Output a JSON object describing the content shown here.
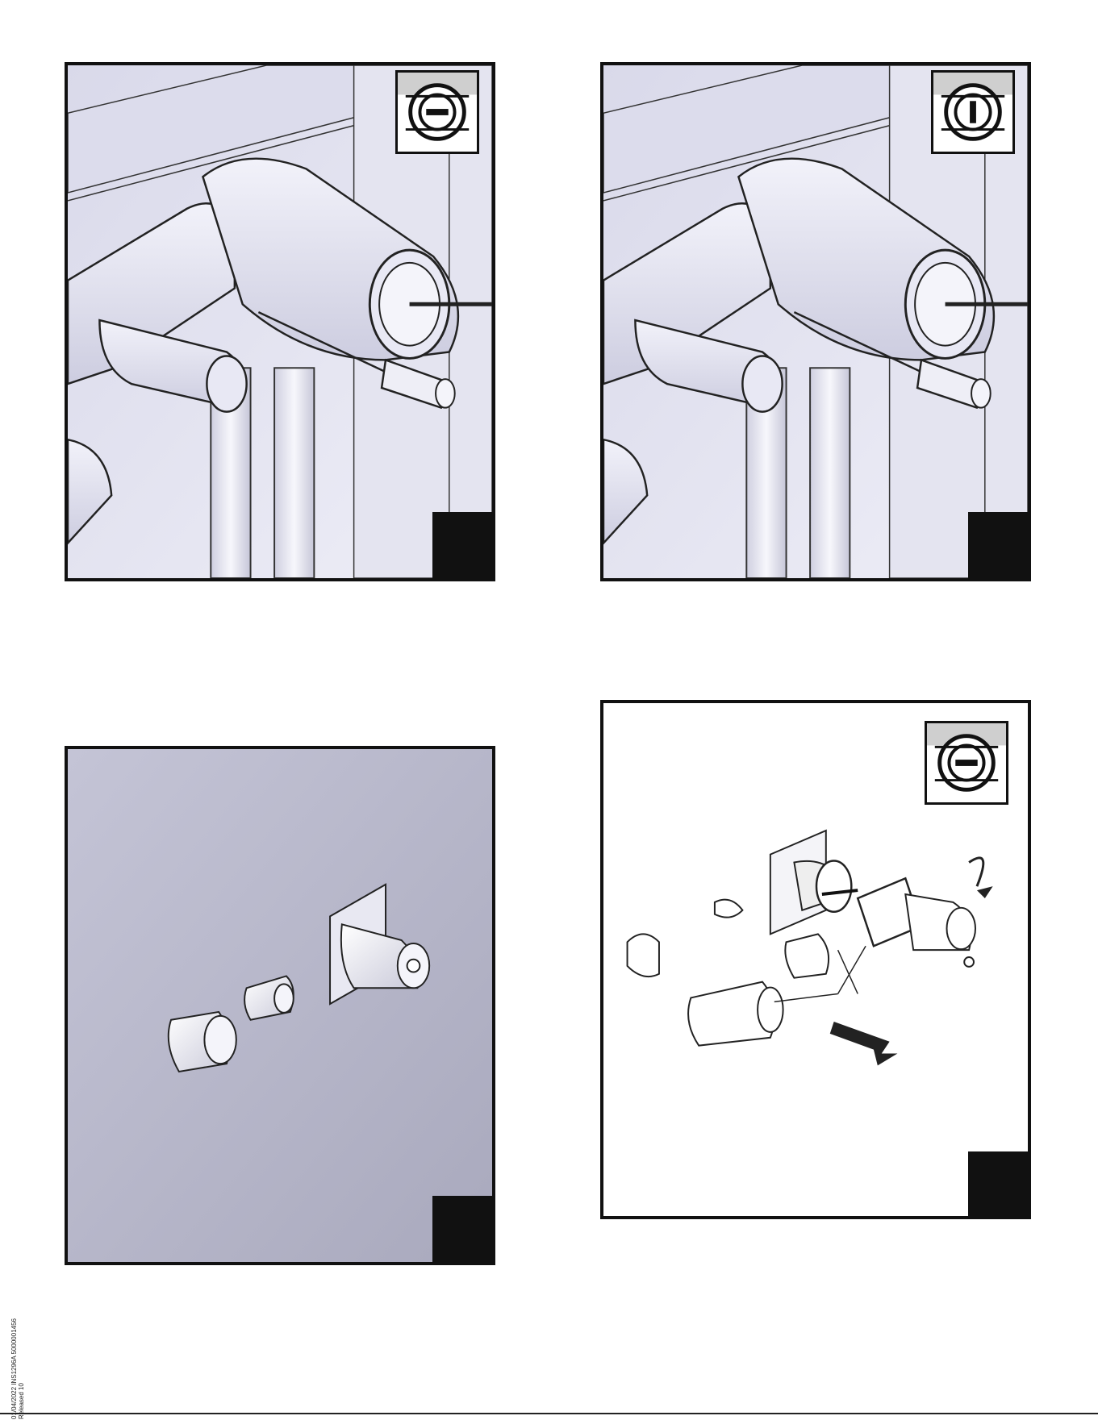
{
  "figures": [
    {
      "id": "fig-1",
      "inset_icon": "cartridge-slot-horizontal-icon",
      "scene": "valve-screwdriver-rough-in"
    },
    {
      "id": "fig-2",
      "inset_icon": "cartridge-slot-vertical-icon",
      "scene": "valve-screwdriver-rough-in"
    },
    {
      "id": "fig-3",
      "scene": "handle-and-trim-assembly-on-wall"
    },
    {
      "id": "fig-4",
      "inset_icon": "cartridge-slot-horizontal-icon",
      "scene": "exploded-trim-removal"
    }
  ],
  "footer": {
    "code_line1": "01/04/2022  INS1296A  5000001456",
    "code_line2": "Released 10"
  },
  "colors": {
    "border": "#111111",
    "wall_light": "#e6e6f2",
    "wall_mid": "#cfcfe0",
    "gray_wall": "#b7b7c8"
  }
}
